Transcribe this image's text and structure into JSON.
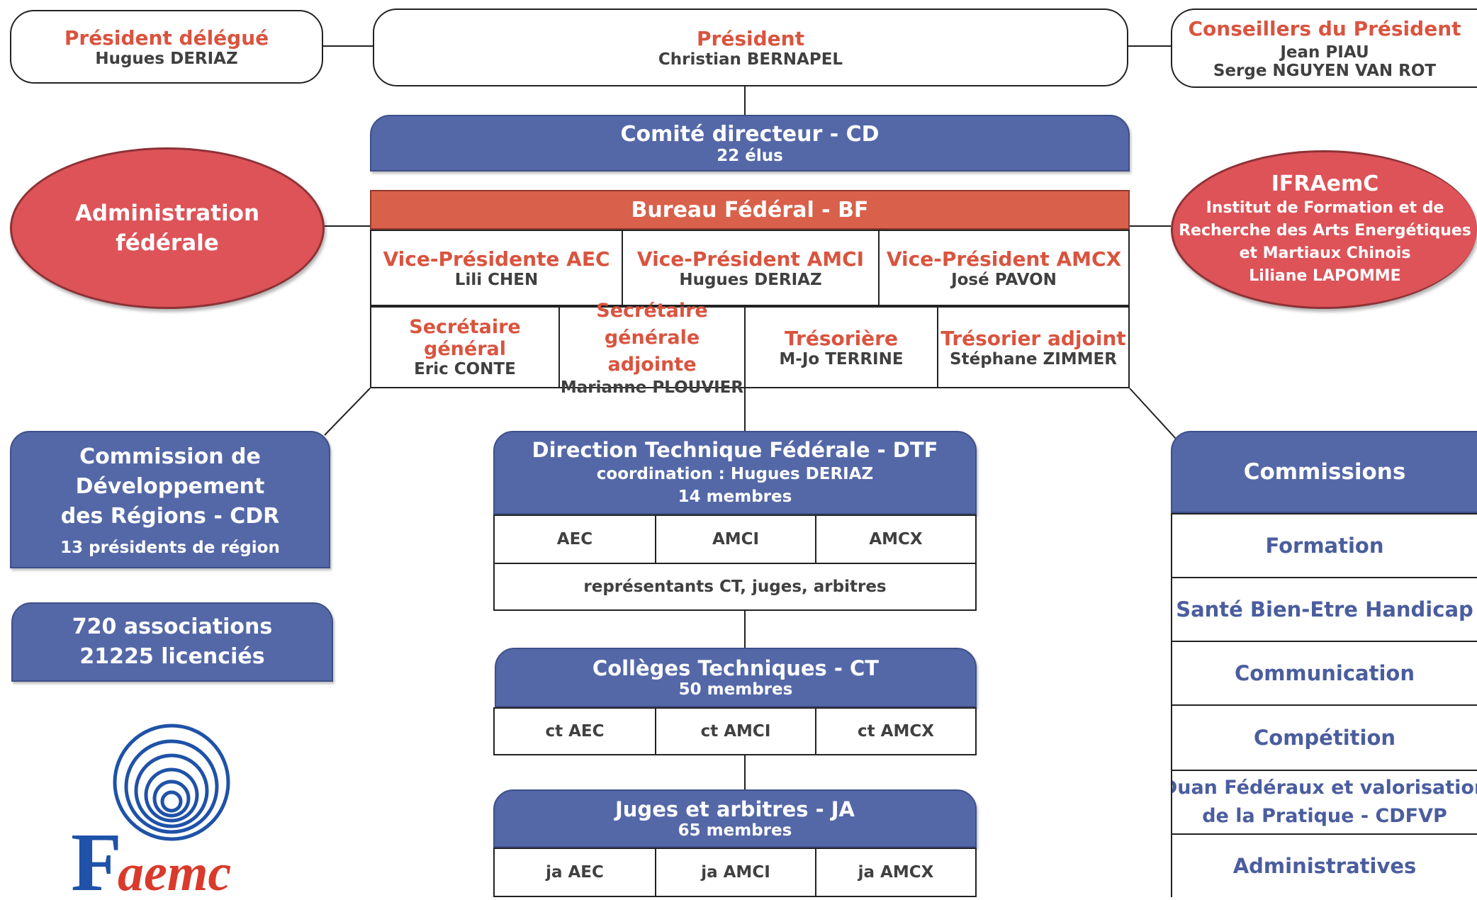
{
  "colors": {
    "accent_orange": "#d9543f",
    "blue": "#5468a8",
    "red_ellipse": "#dd5358",
    "bureau_bar": "#d9604a",
    "text_dark": "#404040",
    "text_blue": "#4a5d9e"
  },
  "top": {
    "president_delegue": {
      "title": "Président délégué",
      "name": "Hugues DERIAZ"
    },
    "president": {
      "title": "Président",
      "name": "Christian BERNAPEL"
    },
    "conseillers": {
      "title": "Conseillers du Président",
      "names": [
        "Jean PIAU",
        "Serge NGUYEN VAN ROT"
      ]
    }
  },
  "comite": {
    "title": "Comité directeur - CD",
    "sub": "22 élus"
  },
  "admin": {
    "lines": [
      "Administration",
      "fédérale"
    ]
  },
  "ifraemc": {
    "title": "IFRAemC",
    "lines": [
      "Institut de Formation et de",
      "Recherche des Arts Energétiques",
      "et Martiaux Chinois",
      "Liliane LAPOMME"
    ]
  },
  "bureau": {
    "title": "Bureau Fédéral - BF",
    "row1": [
      {
        "title": "Vice-Présidente AEC",
        "name": "Lili CHEN"
      },
      {
        "title": "Vice-Président AMCI",
        "name": "Hugues DERIAZ"
      },
      {
        "title": "Vice-Président AMCX",
        "name": "José PAVON"
      }
    ],
    "row2": [
      {
        "title": "Secrétaire général",
        "name": "Eric CONTE"
      },
      {
        "title_lines": [
          "Secrétaire",
          "générale adjointe"
        ],
        "name": "Marianne PLOUVIER"
      },
      {
        "title": "Trésorière",
        "name": "M-Jo TERRINE"
      },
      {
        "title": "Trésorier adjoint",
        "name": "Stéphane ZIMMER"
      }
    ]
  },
  "cdr": {
    "lines": [
      "Commission de",
      "Développement",
      "des Régions - CDR"
    ],
    "sub": "13 présidents de région"
  },
  "stats": {
    "lines": [
      "720 associations",
      "21225 licenciés"
    ]
  },
  "logo": {
    "text": "Faemc"
  },
  "dtf": {
    "title": "Direction Technique Fédérale - DTF",
    "lines": [
      "coordination : Hugues DERIAZ",
      "14 membres"
    ],
    "cells": [
      "AEC",
      "AMCI",
      "AMCX"
    ],
    "footer": "représentants CT, juges, arbitres"
  },
  "ct": {
    "title": "Collèges Techniques - CT",
    "sub": "50 membres",
    "cells": [
      "ct AEC",
      "ct AMCI",
      "ct AMCX"
    ]
  },
  "ja": {
    "title": "Juges et arbitres - JA",
    "sub": "65 membres",
    "cells": [
      "ja AEC",
      "ja AMCI",
      "ja AMCX"
    ]
  },
  "commissions": {
    "title": "Commissions",
    "items": [
      "Formation",
      "Santé Bien-Etre Handicap",
      "Communication",
      "Compétition",
      "Duan Fédéraux et valorisation",
      "de la Pratique - CDFVP",
      "Administratives"
    ]
  }
}
